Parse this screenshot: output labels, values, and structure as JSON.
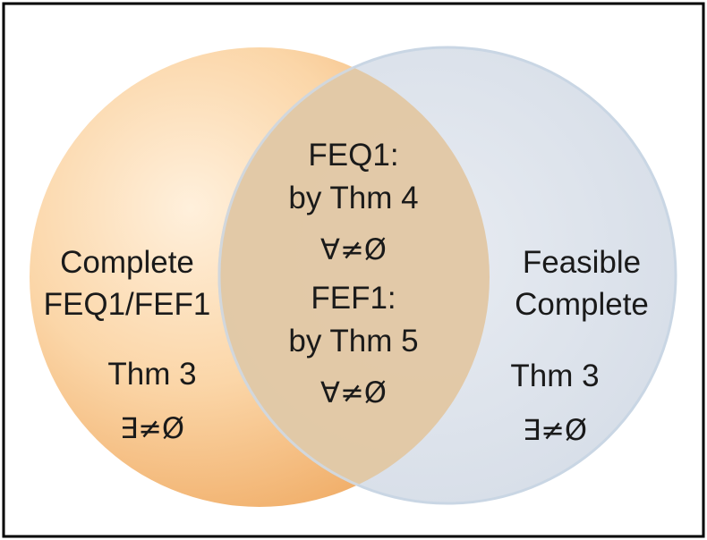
{
  "left_set": {
    "title_lines": [
      "Complete",
      "FEQ1/FEF1"
    ],
    "theorem": "Thm 3",
    "symbol": "∃≠Ø"
  },
  "intersection": {
    "feq1_lines": [
      "FEQ1:",
      "by Thm 4"
    ],
    "feq1_symbol": "∀≠Ø",
    "fef1_lines": [
      "FEF1:",
      "by Thm 5"
    ],
    "fef1_symbol": "∀≠Ø"
  },
  "right_set": {
    "title_lines": [
      "Feasible",
      "Complete"
    ],
    "theorem": "Thm 3",
    "symbol": "∃≠Ø"
  },
  "colors": {
    "left_circle": "#f6c48a",
    "right_circle": "#dde3ec",
    "overlap": "#e0c8a8",
    "border": "#000000"
  }
}
